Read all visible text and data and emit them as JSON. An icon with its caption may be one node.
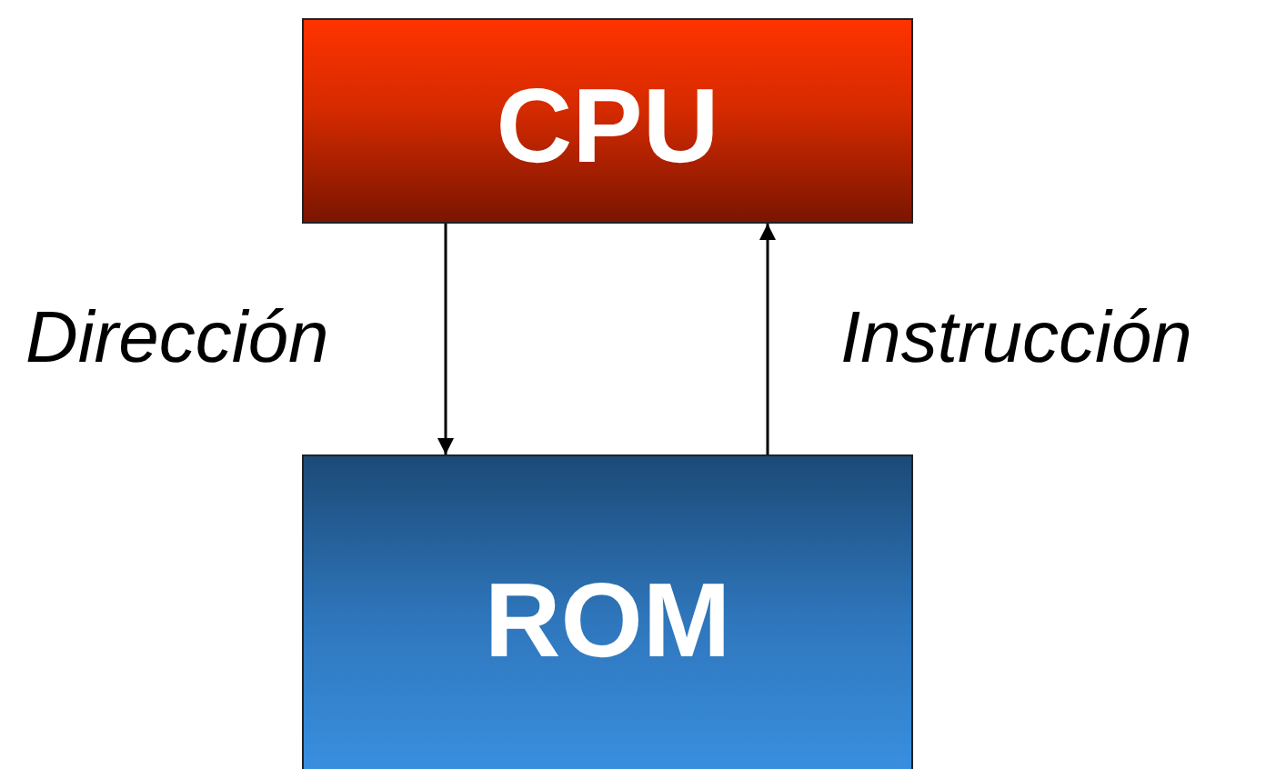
{
  "diagram": {
    "nodes": [
      {
        "text": [
          "CPU"
        ]
      },
      {
        "text": [
          "ROM"
        ]
      }
    ],
    "edges": [
      {
        "from": 0,
        "to": 1,
        "arrow": "to",
        "label": "Dirección"
      },
      {
        "from": 1,
        "to": 0,
        "arrow": "to",
        "label": "Instrucción"
      }
    ]
  }
}
